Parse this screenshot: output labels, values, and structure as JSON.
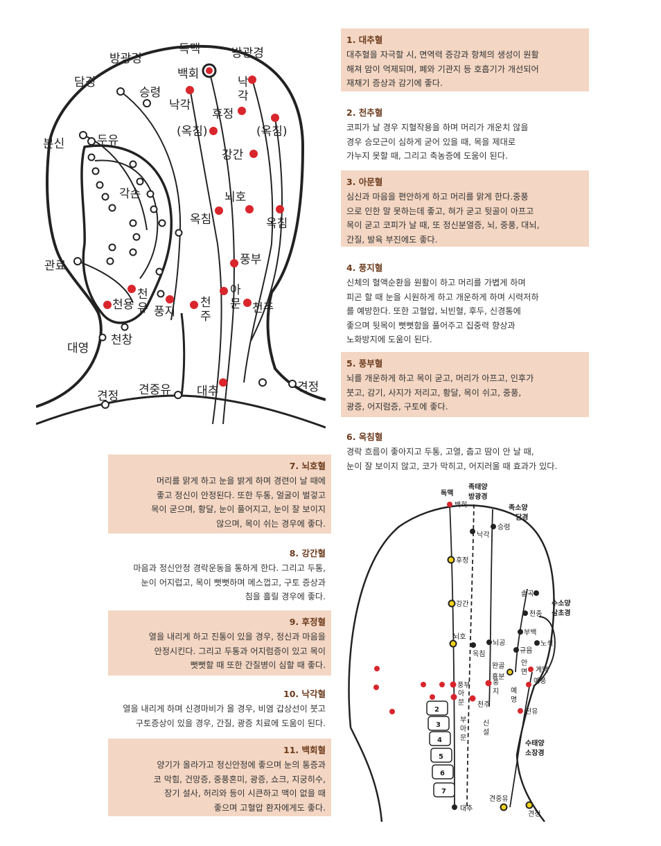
{
  "head_diagram": {
    "labels": {
      "dokmaek": "독맥",
      "banggwang_left": "방광경",
      "banggwang_right": "방광경",
      "damgyeong": "담경",
      "baekhoe": "백회",
      "seungryeong": "승령",
      "nakgak_left": "낙각",
      "nakgak_right_1": "낙",
      "nakgak_right_2": "각",
      "hujeong": "후정",
      "okchim_upper_left": "(옥침)",
      "okchim_upper_right": "(옥침)",
      "bonsin": "본신",
      "duyu": "두유",
      "ganggan": "강간",
      "gakson": "각손",
      "noeho": "뇌호",
      "okchim_left": "옥침",
      "okchim_right": "옥침",
      "gwanryo": "관료",
      "pungbu": "풍부",
      "amun_1": "아",
      "amun_2": "문",
      "cheonyu_1": "천",
      "cheonyu_2": "유",
      "cheonyong": "천용",
      "pungji": "풍지",
      "cheonju_left_1": "천",
      "cheonju_left_2": "주",
      "cheonju_right": "천주",
      "cheonchang": "천창",
      "daeyeong": "대영",
      "gyeonjeong_left": "견정",
      "gyeonjungyu": "견중유",
      "daechu": "대추",
      "gyeonjeong_right": "견정"
    }
  },
  "neck_diagram": {
    "meridians": {
      "dokmaek": "독맥",
      "jok_taeyang_1": "족태양",
      "jok_taeyang_2": "방광경",
      "jok_soyang_1": "족소양",
      "jok_soyang_2": "담경",
      "su_soyang_1": "수소양",
      "su_soyang_2": "삼초경",
      "su_taeyang_1": "수태양",
      "su_taeyang_2": "소장경"
    },
    "points": {
      "baekhoe": "백회",
      "seungryeong": "승령",
      "nakgak": "낙각",
      "hujeong": "후정",
      "solgok": "솔곡",
      "cheonchung": "천충",
      "ganggan": "강간",
      "bubaek": "부백",
      "nosik": "노식",
      "noeho": "뇌호",
      "noegong": "뇌공",
      "gyueum": "규음",
      "okchim": "옥침",
      "wangol": "완골",
      "heungbun": "흉분",
      "anmyeon_1": "안",
      "anmyeon_2": "면",
      "gyemaek": "계맥",
      "yepung": "예풍",
      "pungbu": "풍부",
      "pungji_1": "풍",
      "pungji_2": "지",
      "yemyeong_1": "예",
      "yemyeong_2": "명",
      "amun_1": "아",
      "amun_2": "문",
      "cheonju": "천주",
      "cheonyu": "천유",
      "buamun_1": "부",
      "buamun_2": "아",
      "buamun_3": "문",
      "sinseol_1": "신",
      "sinseol_2": "설",
      "gyeonjungyu": "견중유",
      "daechu": "대추",
      "gyeonjeong": "견정"
    },
    "vertebrae": [
      "2",
      "3",
      "4",
      "5",
      "6",
      "7"
    ]
  },
  "cards": [
    {
      "title": "1. 대추혈",
      "body": "대추혈을 자극할 시, 면역력 증강과 항체의 생성이 원활\n해져 암이 억제되며, 폐와 기관지 등 호흡기가 개선되어\n재채기 증상과 감기에 좋다."
    },
    {
      "title": "2. 천추혈",
      "body": "코피가 날 경우 지혈작용을 하며 머리가 개운치 않을\n경우 승모근이 심하게 굳어 있을 때, 목을 제대로\n가누지 못할 때, 그리고 축농증에 도움이 된다."
    },
    {
      "title": "3. 아문혈",
      "body": "심신과 마음을 편안하게 하고 머리를 맑게 한다.중풍\n으로 인한 말 못하는데 좋고, 혀가 굳고 뒷골이 아프고\n목이 굳고 코피가 날 때, 또 정신분열증, 뇌, 중풍, 대뇌,\n간질, 발육 부진에도 좋다."
    },
    {
      "title": "4. 풍지혈",
      "body": "신체의 혈액순환을 원활이 하고 머리를 가볍게 하며\n피곤 할 때 눈을 시원하게 하고 개운하게 하며 시력저하\n를 예방한다. 또한 고혈압, 뇌빈혈, 후두, 신경통에\n좋으며 뒷목이 뻣뻣함을 풀어주고 집중력 향상과\n노화방지에 도움이 된다."
    },
    {
      "title": "5. 풍부혈",
      "body": "뇌를 개운하게 하고 목이 굳고, 머리가 아프고, 인후가\n붓고, 감기, 사지가 저리고, 황달, 목이 쉬고, 중풍,\n광증, 어지럼증, 구토에 좋다."
    },
    {
      "title": "6. 옥침혈",
      "body": "경락 흐름이 좋아지고 두통, 고열, 춥고 땀이 안 날 때,\n눈이 잘 보이지 않고, 코가 막히고, 어지러울 때 효과가 있다."
    },
    {
      "title": "7. 뇌호혈",
      "body": "머리를 맑게 하고 눈을 밝게 하며 경련이 날 때에\n좋고 정신이 안정된다. 또한 두통, 얼굴이 벌겋고\n목이 굳으며, 황달, 눈이 풀어지고, 눈이 잘 보이지\n않으며, 목이 쉬는 경우에 좋다."
    },
    {
      "title": "8. 강간혈",
      "body": "마음과 정신안정 경락운동을 통하게 한다. 그리고 두통,\n눈이 어지럽고, 목이 뻣뻣하며 메스껍고, 구토 증상과\n침을 흘릴 경우에 좋다."
    },
    {
      "title": "9. 후정혈",
      "body": "열을 내리게 하고 진통이 있을 경우, 정신과 마음을\n안정시킨다. 그리고 두통과 어지럼증이 있고 목이\n뻣뻣할 때 또한 간질병이 심할 때 좋다."
    },
    {
      "title": "10. 낙각혈",
      "body": "열을 내리게 하며 신경마비가 올 경우, 비염 갑상선이 붓고\n구토증상이 있을 경우, 간질, 광증 치료에 도움이 된다."
    },
    {
      "title": "11. 백회혈",
      "body": "양기가 올라가고 정신안정에 좋으며 눈의 통증과\n코 막힘, 건망증, 중풍혼미, 광증, 쇼크, 지궁히수,\n장기 설사, 허리와 등이 시큰하고 맥이 없을 때\n좋으며 고혈압 환자에게도 좋다."
    }
  ],
  "colors": {
    "card_bg": "#f3d6c3",
    "title": "#6b3a1c",
    "point_red": "#d8262c",
    "point_yellow": "#f2d21c"
  }
}
